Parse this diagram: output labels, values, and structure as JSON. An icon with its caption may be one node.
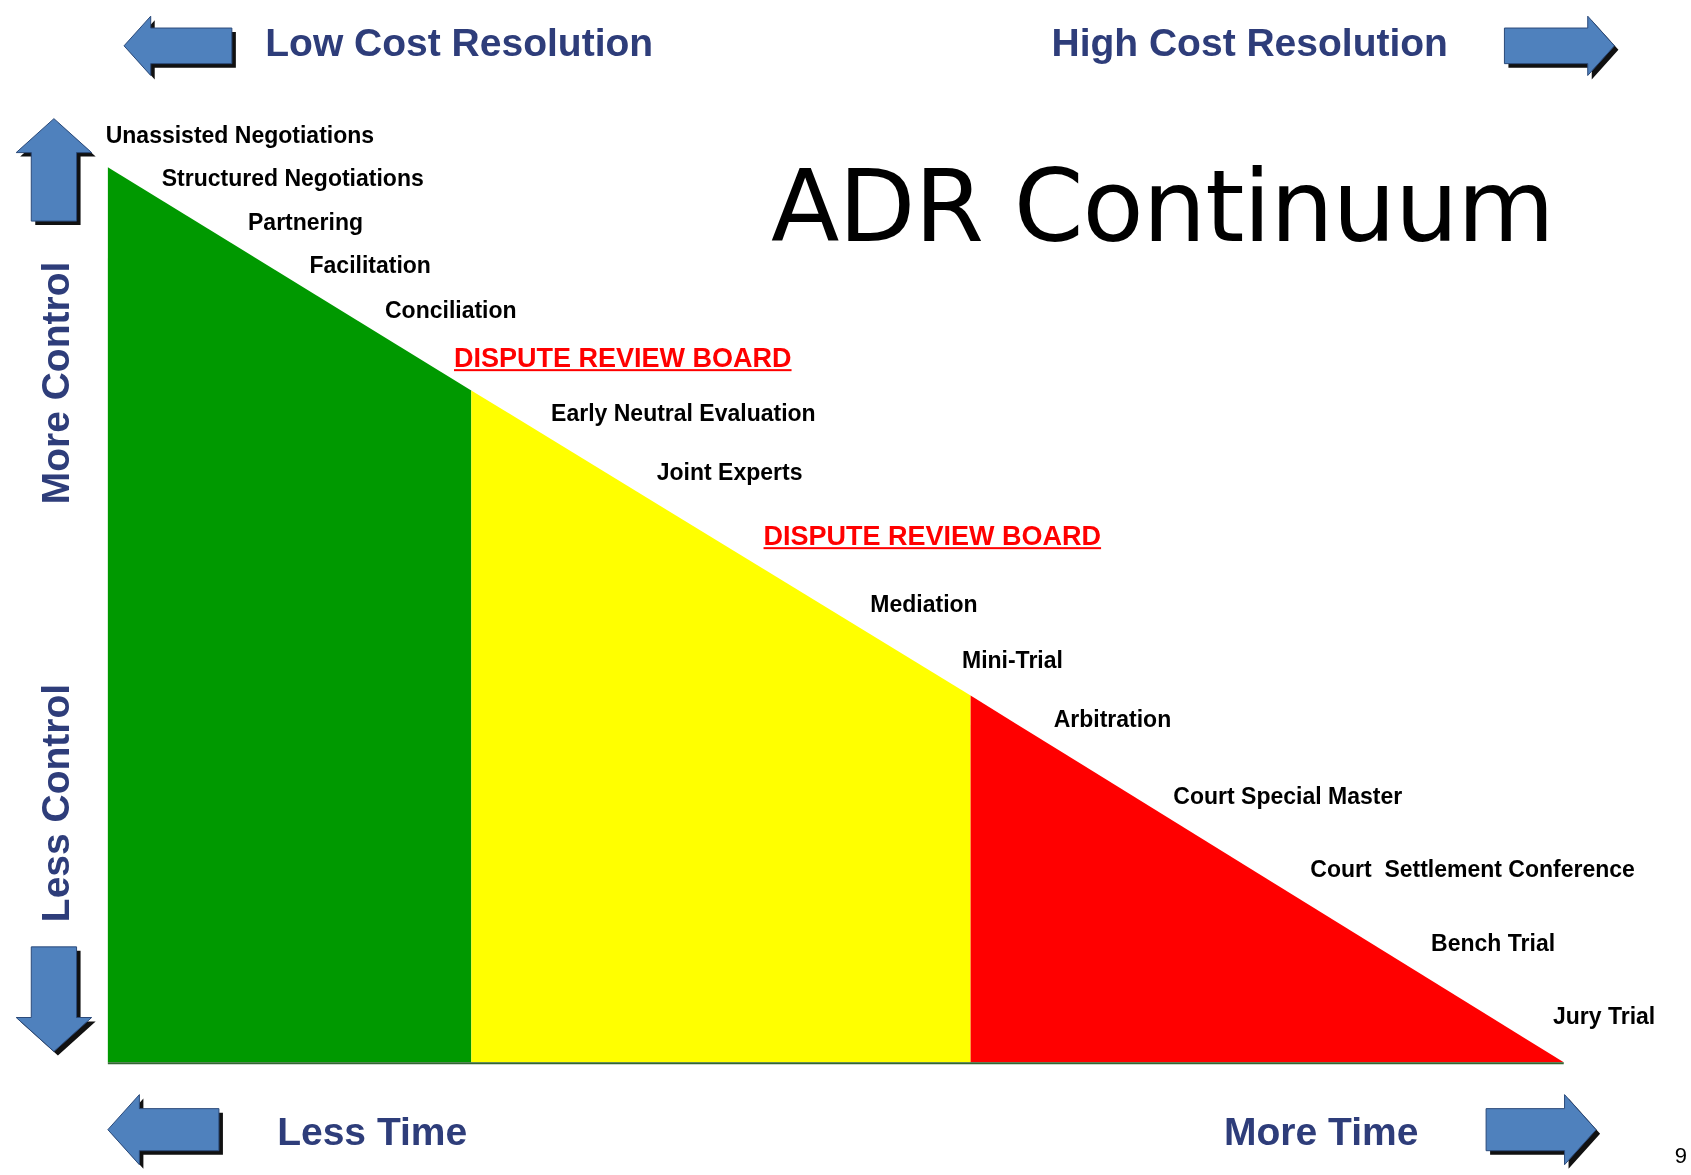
{
  "diagram": {
    "title": "ADR Continuum",
    "labels": [
      "Low Cost Resolution",
      "High Cost Resolution",
      "Unassisted Negotiations",
      "Structured Negotiations",
      "Partnering",
      "Facilitation",
      "Conciliation",
      "DISPUTE REVIEW BOARD",
      "Early Neutral Evaluation",
      "Joint Experts",
      "DISPUTE REVIEW BOARD",
      "Mediation",
      "Mini-Trial",
      "Arbitration",
      "Court Special Master",
      "Court  Settlement Conference",
      "Bench Trial",
      "Jury Trial",
      "More Control",
      "Less Control",
      "Less Time",
      "More Time",
      "9"
    ]
  }
}
